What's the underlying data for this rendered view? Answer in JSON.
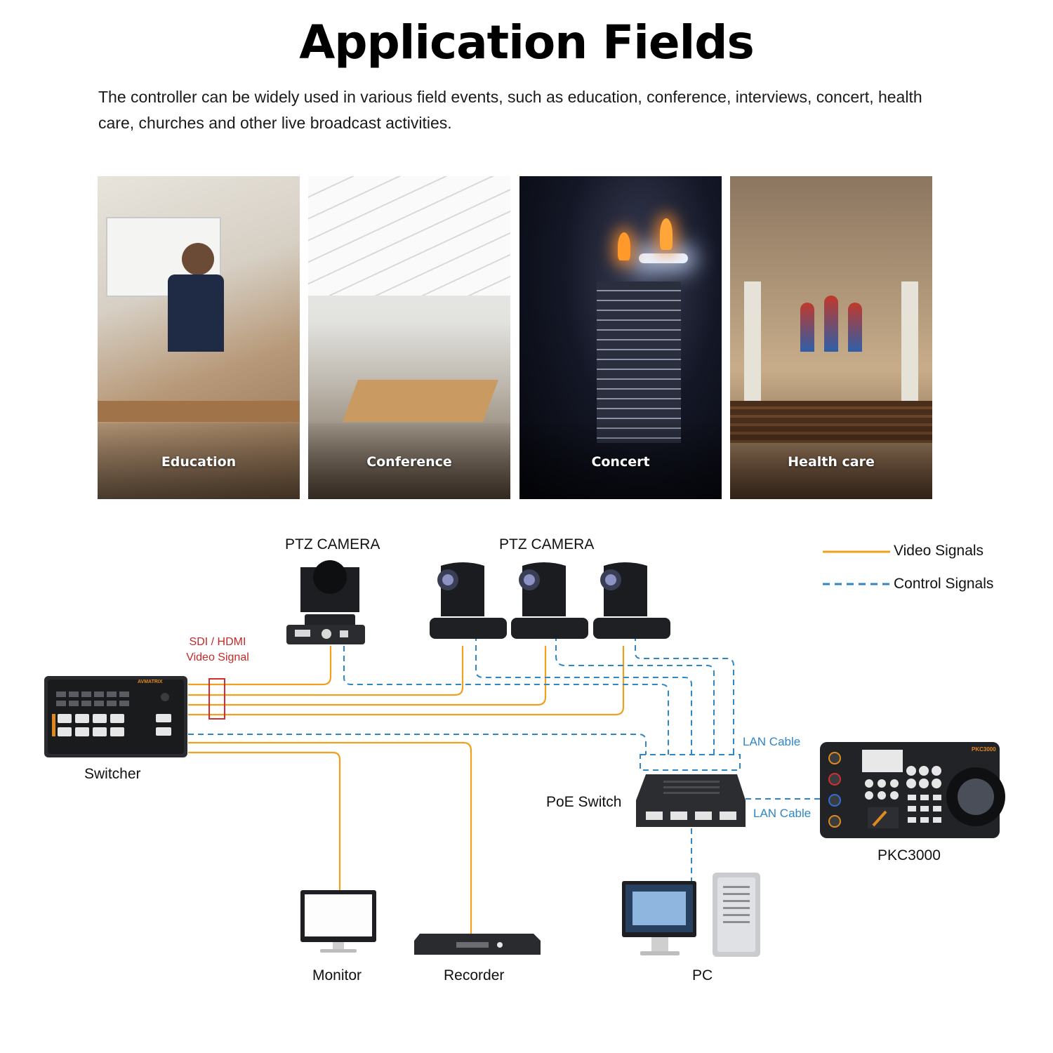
{
  "header": {
    "title": "Application Fields",
    "description": "The controller can be widely used in various field events, such as education, conference, interviews, concert, health care, churches and other live broadcast activities."
  },
  "fields": [
    {
      "label": "Education"
    },
    {
      "label": "Conference"
    },
    {
      "label": "Concert"
    },
    {
      "label": "Health care"
    }
  ],
  "diagram": {
    "camera_label_single": "PTZ CAMERA",
    "camera_label_group": "PTZ CAMERA",
    "signal_label_line1": "SDI / HDMI",
    "signal_label_line2": "Video Signal",
    "switcher": "Switcher",
    "poe_switch": "PoE Switch",
    "lan_cable_1": "LAN Cable",
    "lan_cable_2": "LAN Cable",
    "controller": "PKC3000",
    "monitor": "Monitor",
    "recorder": "Recorder",
    "pc": "PC",
    "brand_mark": "AVMATRIX",
    "controller_badge": "PKC3000"
  },
  "legend": [
    {
      "label": "Video Signals",
      "style": "solid",
      "color": "#f0a020"
    },
    {
      "label": "Control Signals",
      "style": "dashed",
      "color": "#2f86c4"
    }
  ],
  "colors": {
    "video": "#f0a020",
    "control": "#2f86c4",
    "highlight": "#d32f2f"
  }
}
